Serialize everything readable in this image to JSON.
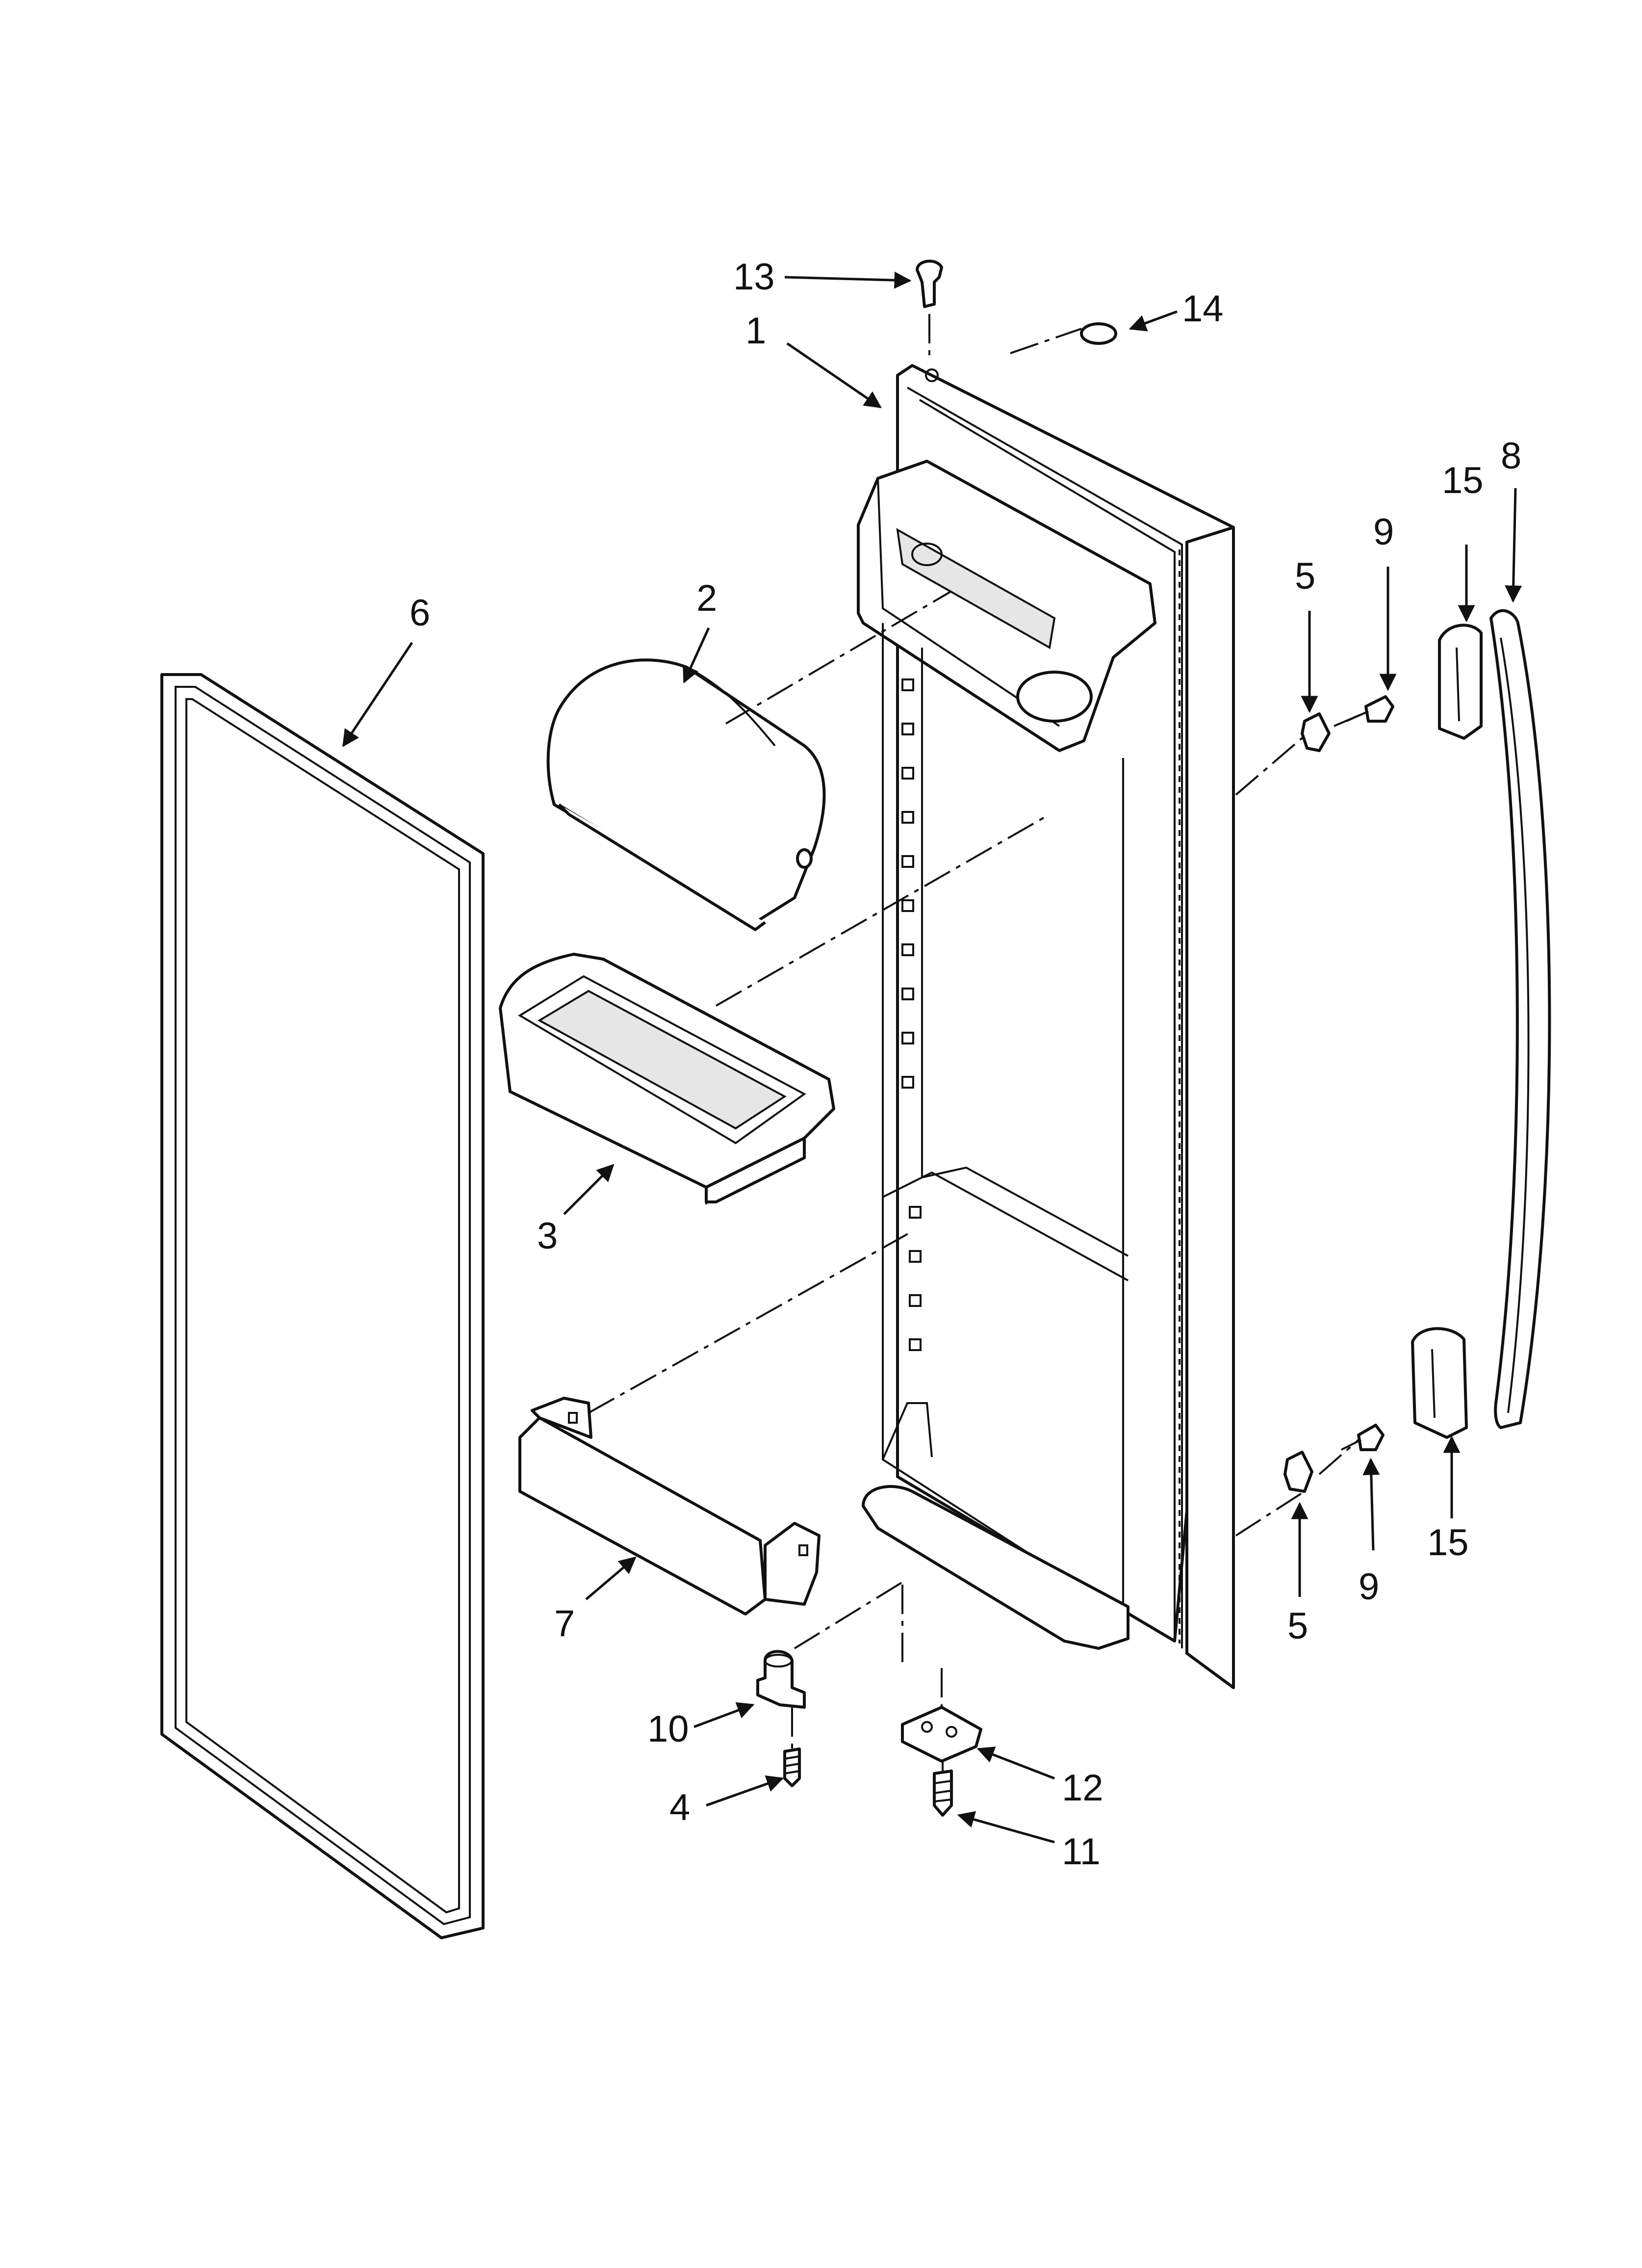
{
  "diagram": {
    "callouts": [
      {
        "id": "c13",
        "label": "13"
      },
      {
        "id": "c14",
        "label": "14"
      },
      {
        "id": "c1",
        "label": "1"
      },
      {
        "id": "c8",
        "label": "8"
      },
      {
        "id": "c15a",
        "label": "15"
      },
      {
        "id": "c9a",
        "label": "9"
      },
      {
        "id": "c5a",
        "label": "5"
      },
      {
        "id": "c6",
        "label": "6"
      },
      {
        "id": "c2",
        "label": "2"
      },
      {
        "id": "c3",
        "label": "3"
      },
      {
        "id": "c7",
        "label": "7"
      },
      {
        "id": "c15b",
        "label": "15"
      },
      {
        "id": "c9b",
        "label": "9"
      },
      {
        "id": "c5b",
        "label": "5"
      },
      {
        "id": "c10",
        "label": "10"
      },
      {
        "id": "c12",
        "label": "12"
      },
      {
        "id": "c4",
        "label": "4"
      },
      {
        "id": "c11",
        "label": "11"
      }
    ]
  }
}
